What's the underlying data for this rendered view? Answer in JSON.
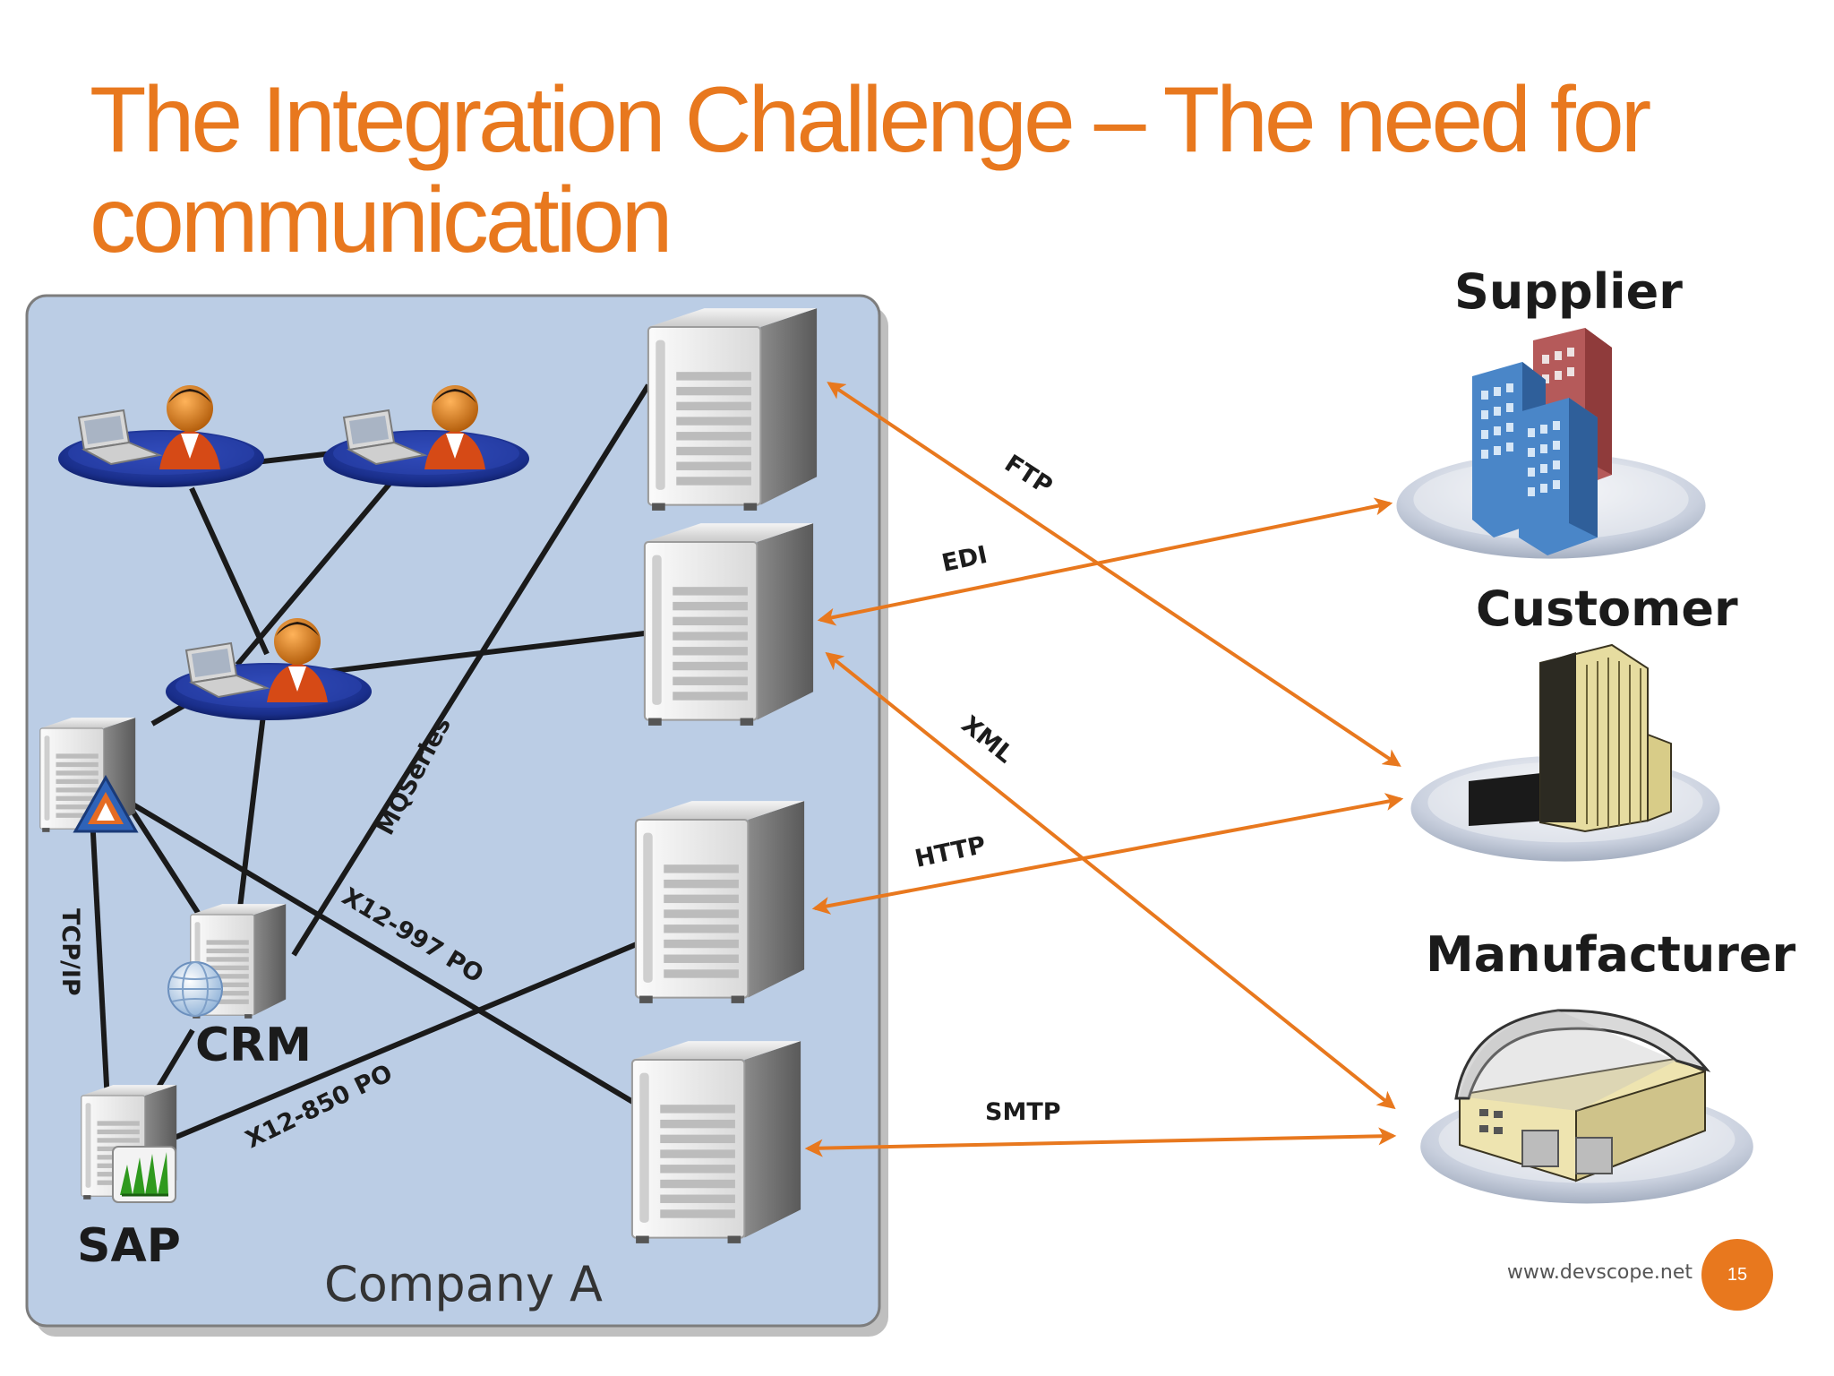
{
  "slide": {
    "title_line1": "The Integration Challenge – The need for",
    "title_line2": "communication",
    "footer_url": "www.devscope.net",
    "page_number": "15"
  },
  "company": {
    "label": "Company A",
    "systems": {
      "crm": "CRM",
      "sap": "SAP"
    }
  },
  "internal_links": {
    "mqseries": "MQSeries",
    "tcpip": "TCP/IP",
    "x12_997": "X12-997 PO",
    "x12_850": "X12-850 PO"
  },
  "partners": {
    "supplier": "Supplier",
    "customer": "Customer",
    "manufacturer": "Manufacturer"
  },
  "protocols": {
    "ftp": "FTP",
    "edi": "EDI",
    "xml": "XML",
    "http": "HTTP",
    "smtp": "SMTP"
  },
  "colors": {
    "accent": "#E8781E",
    "company_box": "#BBCDE5",
    "link": "#1a1a1a"
  },
  "icons": [
    "user-laptop-icon",
    "server-icon",
    "office-buildings-icon",
    "skyscraper-icon",
    "warehouse-icon",
    "globe-icon"
  ]
}
